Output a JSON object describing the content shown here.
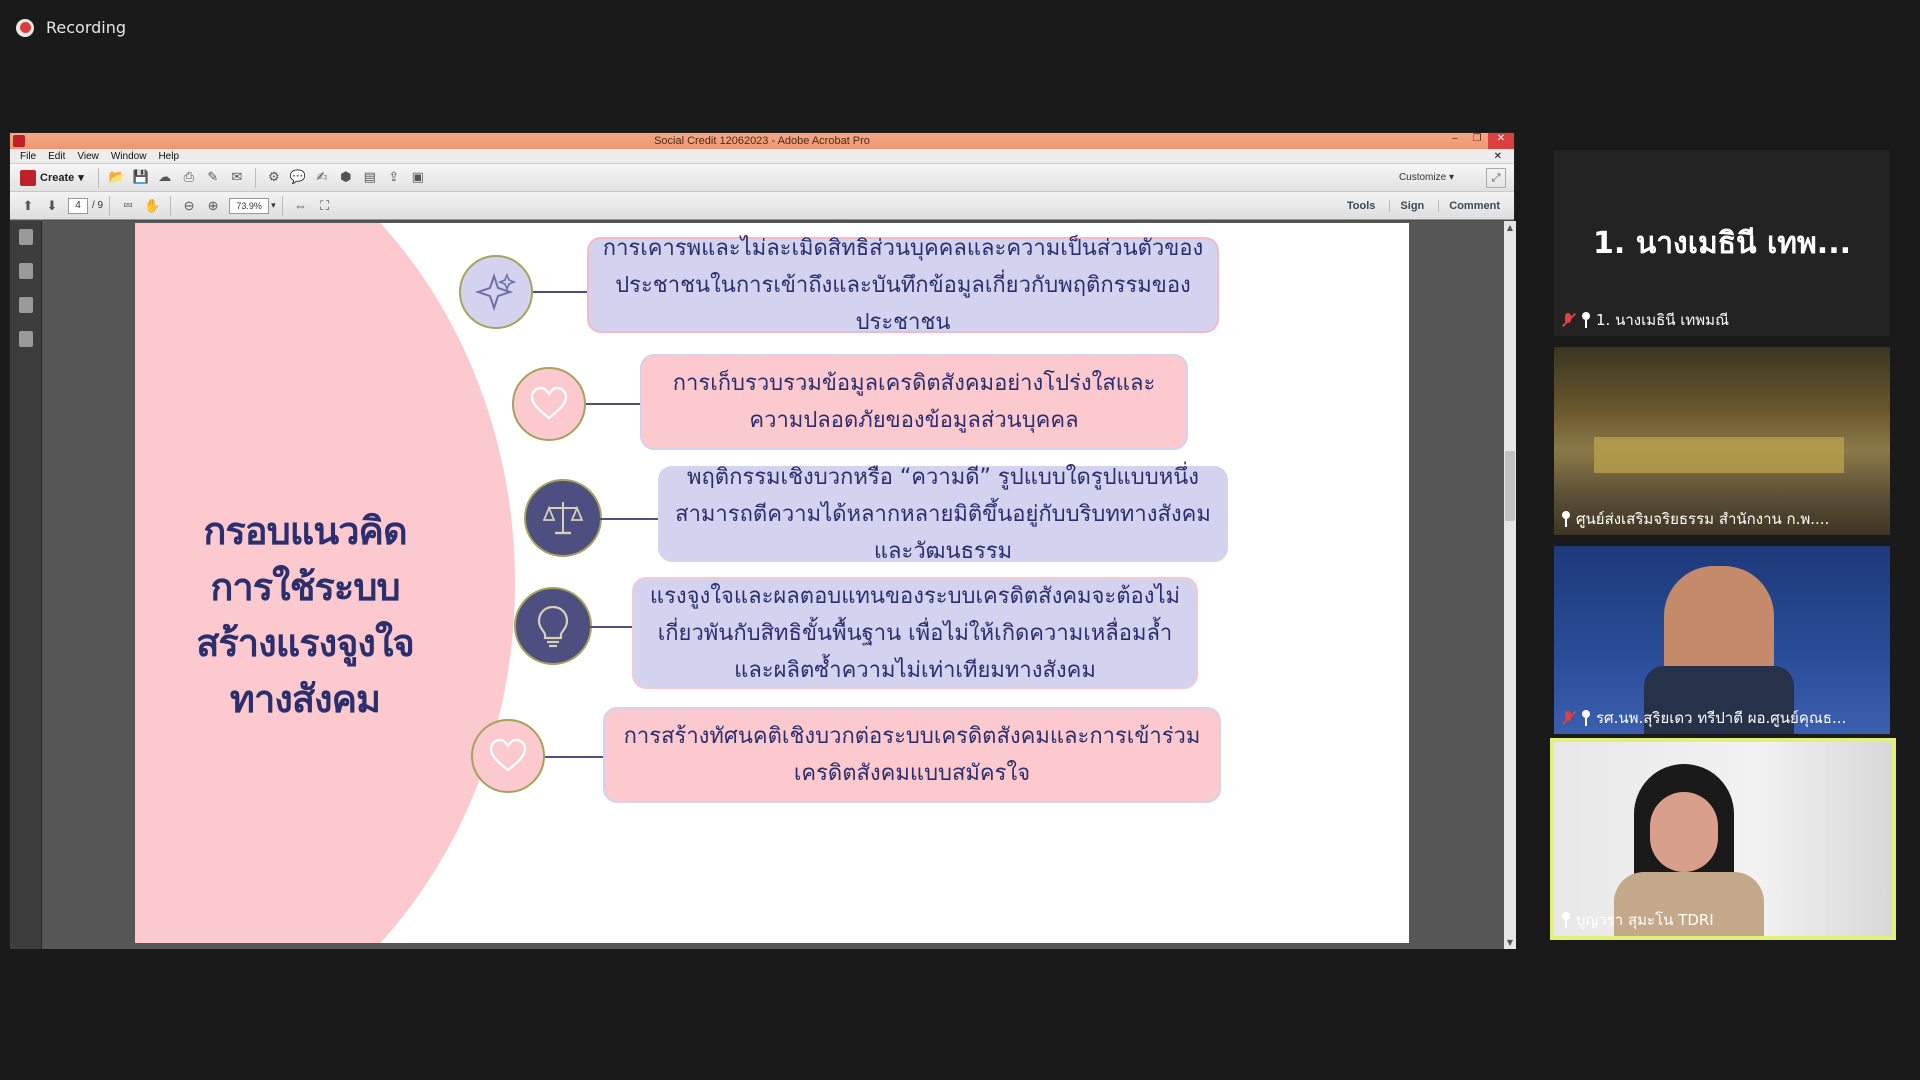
{
  "recording": {
    "label": "Recording"
  },
  "acrobat": {
    "window_title": "Social Credit 12062023 - Adobe Acrobat Pro",
    "menu": [
      "File",
      "Edit",
      "View",
      "Window",
      "Help"
    ],
    "create_label": "Create",
    "customize_label": "Customize",
    "page_current": "4",
    "page_total": "/ 9",
    "zoom": "73.9%",
    "right_links": [
      "Tools",
      "Sign",
      "Comment"
    ]
  },
  "slide": {
    "title_lines": [
      "กรอบแนวคิด",
      "การใช้ระบบ",
      "สร้างแรงจูงใจ",
      "ทางสังคม"
    ],
    "items": [
      {
        "icon": "sparkle-icon",
        "text": "การเคารพและไม่ละเมิดสิทธิส่วนบุคคลและความเป็นส่วนตัวของประชาชนในการเข้าถึงและบันทึกข้อมูลเกี่ยวกับพฤติกรรมของประชาชน"
      },
      {
        "icon": "heart-icon",
        "text": "การเก็บรวบรวมข้อมูลเครดิตสังคมอย่างโปร่งใสและความปลอดภัยของข้อมูลส่วนบุคคล"
      },
      {
        "icon": "scale-icon",
        "text": "พฤติกรรมเชิงบวกหรือ “ความดี” รูปแบบใดรูปแบบหนึ่งสามารถตีความได้หลากหลายมิติขึ้นอยู่กับบริบททางสังคมและวัฒนธรรม"
      },
      {
        "icon": "lightbulb-icon",
        "text": "แรงจูงใจและผลตอบแทนของระบบเครดิตสังคมจะต้องไม่เกี่ยวพันกับสิทธิขั้นพื้นฐาน เพื่อไม่ให้เกิดความเหลื่อมล้ำและผลิตซ้ำความไม่เท่าเทียมทางสังคม"
      },
      {
        "icon": "heart-icon",
        "text": "การสร้างทัศนคติเชิงบวกต่อระบบเครดิตสังคมและการเข้าร่วมเครดิตสังคมแบบสมัครใจ"
      }
    ]
  },
  "participants": [
    {
      "big_label": "1. นางเมธินี เทพ...",
      "name": "1. นางเมธินี เทพมณี",
      "muted": true
    },
    {
      "name": "ศูนย์ส่งเสริมจริยธรรม สำนักงาน ก.พ....",
      "muted": false
    },
    {
      "name": "รศ.นพ.สุริยเดว ทรีปาตี ผอ.ศูนย์คุณธ...",
      "muted": true
    },
    {
      "name": "บูญวรา สุมะโน TDRI",
      "muted": false
    }
  ],
  "colors": {
    "slide_text": "#2b2f6e",
    "pink": "#fcc9ce",
    "lavender": "#d3d3ef",
    "active_speaker_border": "#e4ef7a"
  }
}
